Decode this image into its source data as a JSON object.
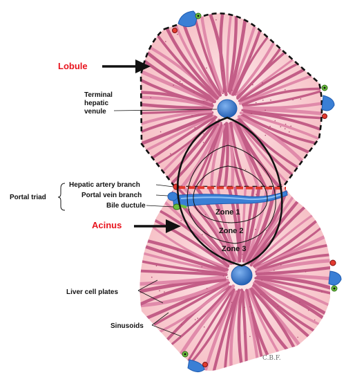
{
  "labels": {
    "lobule": "Lobule",
    "acinus": "Acinus",
    "terminal_hepatic_venule": [
      "Terminal",
      "hepatic",
      "venule"
    ],
    "portal_triad": "Portal triad",
    "hepatic_artery_branch": "Hepatic artery branch",
    "portal_vein_branch": "Portal vein branch",
    "bile_ductule": "Bile ductule",
    "liver_cell_plates": "Liver cell plates",
    "sinusoids": "Sinusoids",
    "zones": [
      "Zone 1",
      "Zone 2",
      "Zone 3"
    ],
    "signature": "C.B.F."
  },
  "colors": {
    "accent_red": "#e8141e",
    "lobule_fill": "#f8c8cc",
    "lobule_center": "#fbe0e2",
    "cord": "#c35d87",
    "cord_light": "#e08aaa",
    "vein_blue": "#3a7fd5",
    "vein_dark": "#1f5bb0",
    "artery_red": "#e23a2f",
    "bile_green": "#6dbf3f",
    "outline": "#111111"
  }
}
